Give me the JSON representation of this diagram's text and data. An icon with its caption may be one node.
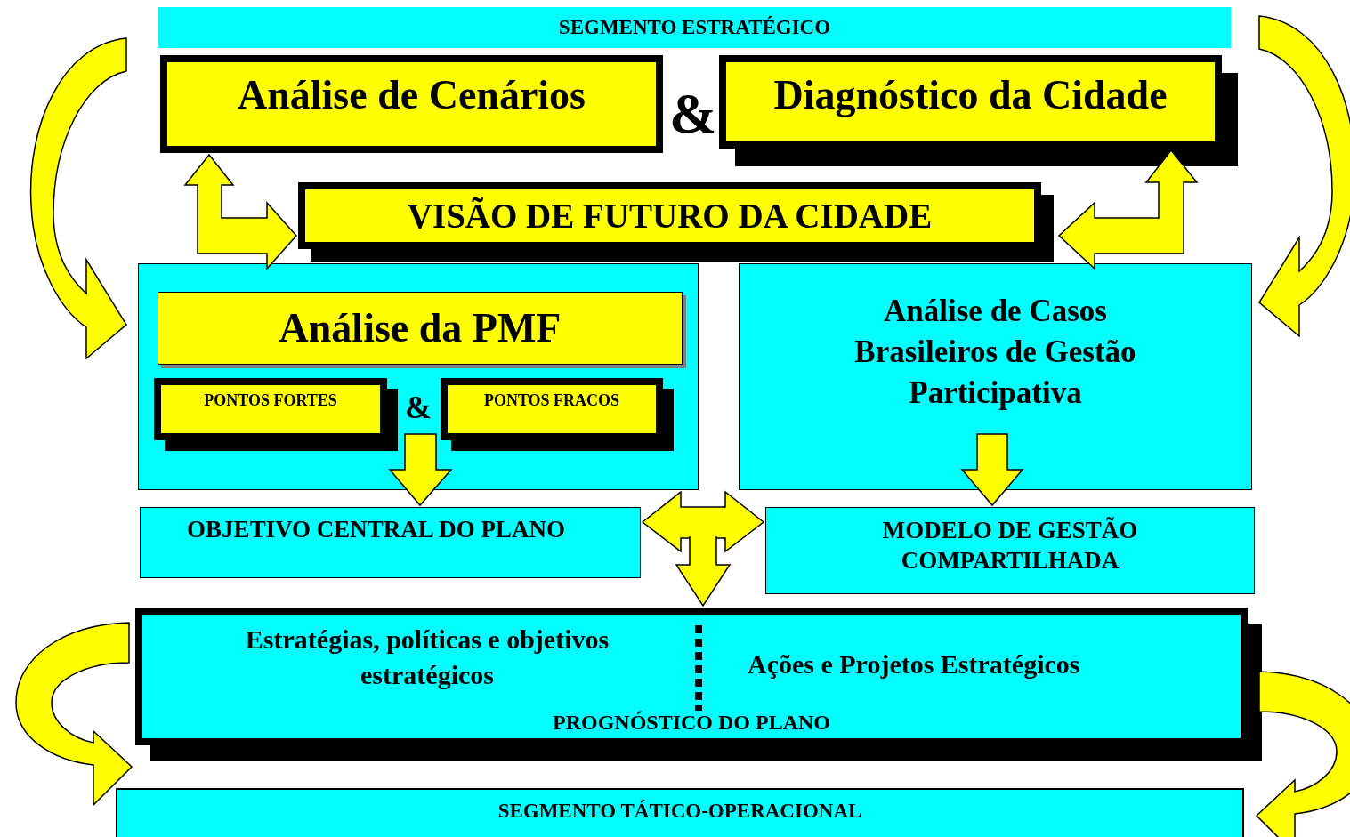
{
  "diagram": {
    "nodes": [
      {
        "text": [
          "SEGMENTO ESTRATÉGICO"
        ]
      },
      {
        "text": [
          "Análise de Cenários"
        ]
      },
      {
        "text": [
          "Diagnóstico da Cidade"
        ]
      },
      {
        "text": [
          "VISÃO DE FUTURO DA CIDADE"
        ]
      },
      {
        "text": [],
        "shape": "box"
      },
      {
        "text": [
          "Análise da PMF"
        ],
        "in": 4
      },
      {
        "text": [
          "PONTOS FORTES"
        ],
        "in": 4
      },
      {
        "text": [
          "PONTOS FRACOS"
        ],
        "in": 4
      },
      {
        "text": [
          "Análise de Casos Brasileiros de Gestão Participativa"
        ]
      },
      {
        "text": [
          "OBJETIVO CENTRAL DO PLANO"
        ]
      },
      {
        "text": [
          "MODELO DE GESTÃO COMPARTILHADA"
        ]
      },
      {
        "text": [
          "Estratégias, políticas e objetivos estratégicos",
          "Ações e Projetos Estratégicos",
          "PROGNÓSTICO DO PLANO"
        ]
      },
      {
        "text": [
          "SEGMENTO TÁTICO-OPERACIONAL"
        ]
      }
    ],
    "edges": [
      {
        "from": 1,
        "to": 4,
        "arrow": "to"
      },
      {
        "from": 1,
        "to": 3,
        "arrow": "both"
      },
      {
        "from": 2,
        "to": 3,
        "arrow": "both"
      },
      {
        "from": 2,
        "to": 8,
        "arrow": "to"
      },
      {
        "from": null,
        "to": 9,
        "arrow": "to"
      },
      {
        "from": null,
        "to": 10,
        "arrow": "to"
      },
      {
        "from": 9,
        "to": 10,
        "arrow": "both"
      },
      {
        "from": null,
        "to": 11,
        "arrow": "to"
      },
      {
        "from": 11,
        "to": 12,
        "arrow": "to"
      },
      {
        "from": 11,
        "to": 12,
        "arrow": "to"
      }
    ],
    "labels": [
      "&",
      "&"
    ]
  }
}
